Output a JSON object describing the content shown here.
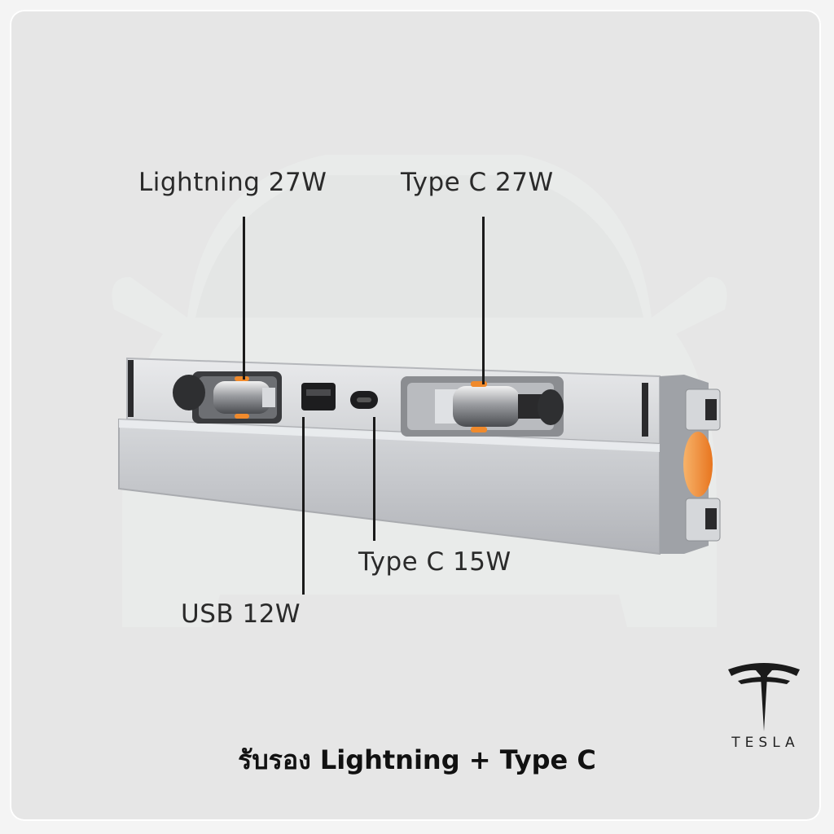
{
  "labels": {
    "lightning_top": "Lightning 27W",
    "typec_top": "Type C 27W",
    "typec_bottom": "Type C 15W",
    "usb_bottom": "USB 12W"
  },
  "caption": "รับรอง Lightning + Type C",
  "brand": {
    "logo_icon": "tesla-t-logo",
    "wordmark": "TESLA"
  },
  "colors": {
    "background": "#e6e6e6",
    "accent": "#f08a2c",
    "metal": "#c9cbcf"
  }
}
